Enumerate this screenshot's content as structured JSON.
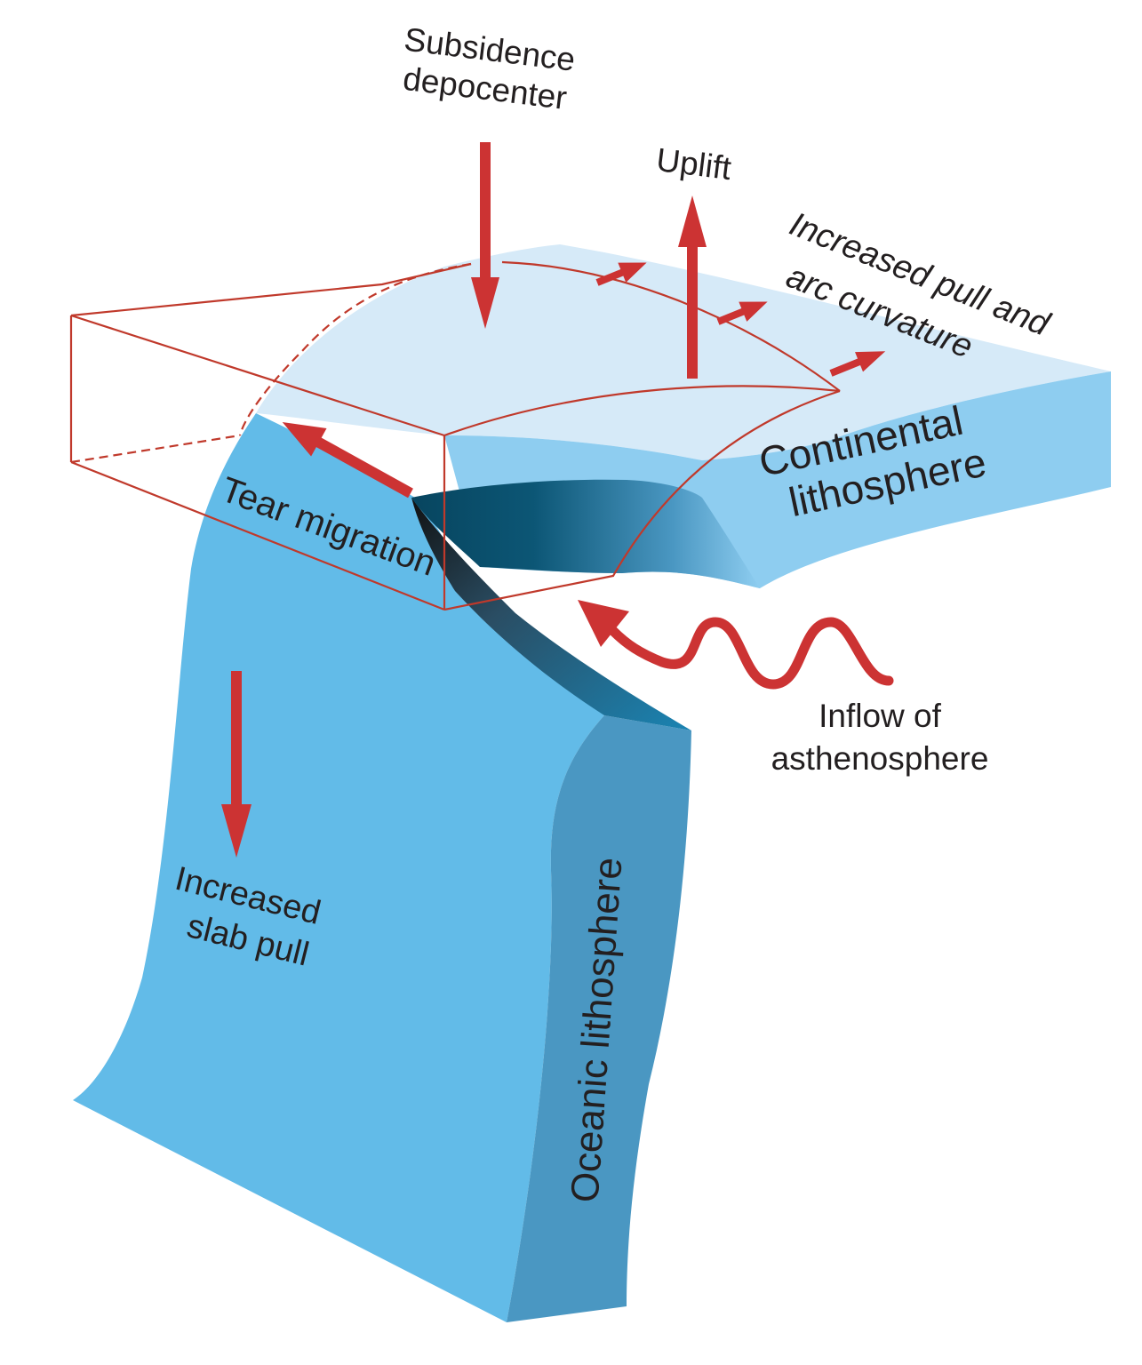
{
  "labels": {
    "subsidence_line1": "Subsidence",
    "subsidence_line2": "depocenter",
    "uplift": "Uplift",
    "increased_pull_line1": "Increased pull and",
    "increased_pull_line2": "arc curvature",
    "continental_line1": "Continental",
    "continental_line2": "lithosphere",
    "tear_migration": "Tear migration",
    "inflow_line1": "Inflow of",
    "inflow_line2": "asthenosphere",
    "slab_pull_line1": "Increased",
    "slab_pull_line2": "slab pull",
    "oceanic": "Oceanic lithosphere"
  },
  "colors": {
    "continental_top": "#d6eaf8",
    "continental_side": "#8ecdf0",
    "oceanic_face": "#62bbe8",
    "oceanic_edge": "#4a97c2",
    "tear_dark": "#0c5675",
    "arrow_red": "#cc3333",
    "box_outline": "#c0392b",
    "text": "#231f20"
  }
}
